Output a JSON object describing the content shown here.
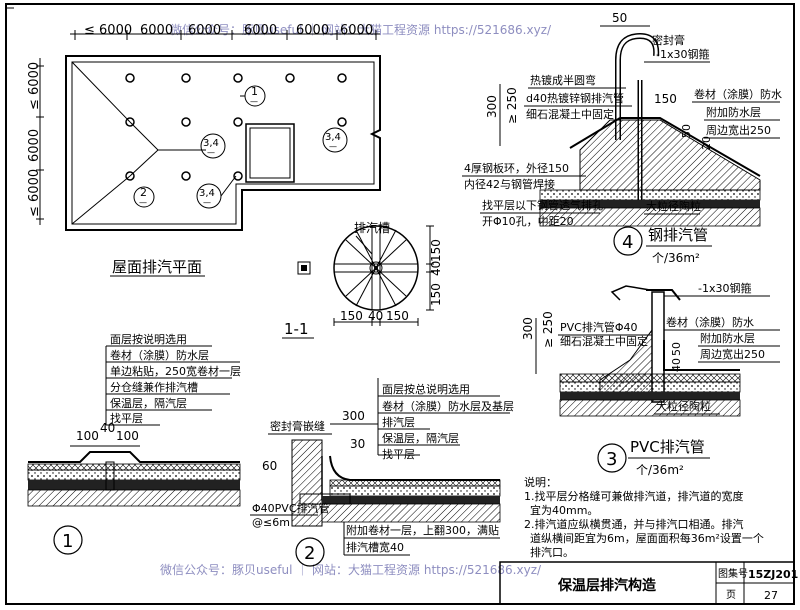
{
  "watermark": {
    "top": "微信公众号：豚贝useful ｜ 网站：大猫工程资源 https://521686.xyz/",
    "bottom": "微信公众号：豚贝useful ｜ 网站：大猫工程资源 https://521686.xyz/"
  },
  "plan": {
    "title": "屋面排汽平面",
    "top_dims": [
      "≤ 6000",
      "6000",
      "6000",
      "6000",
      "6000",
      "6000"
    ],
    "left_dims": [
      "≤ 6000",
      "6000",
      "≤ 6000"
    ],
    "markers": [
      {
        "num": "1",
        "sub": "—"
      },
      {
        "num": "2",
        "sub": "—"
      },
      {
        "num": "3,4",
        "sub": "—"
      },
      {
        "num": "3,4",
        "sub": "—"
      },
      {
        "num": "3,4",
        "sub": "—"
      }
    ]
  },
  "section11": {
    "label": "1-1",
    "groove": "排汽槽",
    "dims_bottom": [
      "150",
      "40",
      "150"
    ],
    "dims_right": [
      "150",
      "40",
      "150"
    ]
  },
  "detail1": {
    "num": "1",
    "layers": [
      "面层按说明选用",
      "卷材（涂膜）防水层",
      "单边粘贴，250宽卷材一层",
      "分仓缝兼作排汽槽",
      "保温层，隔汽层",
      "找平层"
    ],
    "dims": [
      "100",
      "40",
      "100"
    ]
  },
  "detail2": {
    "num": "2",
    "layers": [
      "面层按总说明选用",
      "卷材（涂膜）防水层及基层",
      "排汽层",
      "保温层，隔汽层",
      "找平层"
    ],
    "dim_top": "300",
    "dim_30": "30",
    "dim_60": "60",
    "sealant": "密封膏嵌缝",
    "pipe": "Φ40PVC排汽管",
    "spacing": "@≤6m",
    "note_a": "附加卷材一层，上翻300，满贴",
    "note_b": "排汽槽宽40"
  },
  "detail4": {
    "num": "4",
    "title": "钢排汽管",
    "sub": "个/36m²",
    "dim_top": "50",
    "dim_150": "150",
    "dim_300": "300",
    "dim_250": "≥ 250",
    "dim_50": "50",
    "dim_20": "20",
    "labels": [
      "密封膏",
      "-1x30钢箍",
      "热镀成半圆弯",
      "d40热镀锌钢排汽管",
      "细石混凝土中固定",
      "卷材（涂膜）防水",
      "附加防水层",
      "周边宽出250",
      "4厚钢板环，外径150",
      "内径42与钢管焊接",
      "找平层以下钢管透气排孔",
      "开Φ10孔，中距20",
      "大粒径陶粒"
    ]
  },
  "detail3": {
    "num": "3",
    "title": "PVC排汽管",
    "sub": "个/36m²",
    "dim_300": "300",
    "dim_250": "≥ 250",
    "dim_50": "50",
    "dim_40": "40",
    "labels": [
      "-1x30钢箍",
      "PVC排汽管Φ40",
      "细石混凝土中固定",
      "卷材（涂膜）防水",
      "附加防水层",
      "周边宽出250",
      "大粒径陶粒"
    ]
  },
  "notes": {
    "title": "说明：",
    "items": [
      "1.找平层分格缝可兼做排汽道，排汽道的宽度",
      "宜为40mm。",
      "2.排汽道应纵横贯通，并与排汽口相通。排汽",
      "道纵横间距宜为6m，屋面面积每36m²设置一个",
      "排汽口。"
    ]
  },
  "titleblock": {
    "title": "保温层排汽构造",
    "atlas_label": "图集号",
    "atlas_value": "15ZJ201",
    "page_label": "页",
    "page_value": "27"
  }
}
